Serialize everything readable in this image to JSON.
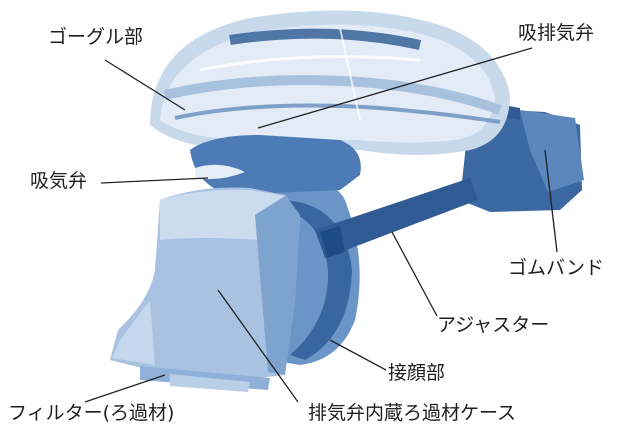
{
  "labels": {
    "goggle": "ゴーグル部",
    "exhalation_valve": "吸排気弁",
    "intake_valve": "吸気弁",
    "rubber_band": "ゴムバンド",
    "adjuster": "アジャスター",
    "face_contact": "接顔部",
    "filter": "フィルター(ろ過材)",
    "filter_case": "排気弁内蔵ろ過材ケース"
  },
  "colors": {
    "mask_base": "#5b87bd",
    "mask_dark": "#2f5a93",
    "mask_light": "#b9cfe7",
    "lens": "#d6e3f1",
    "leader_line": "#222222"
  }
}
